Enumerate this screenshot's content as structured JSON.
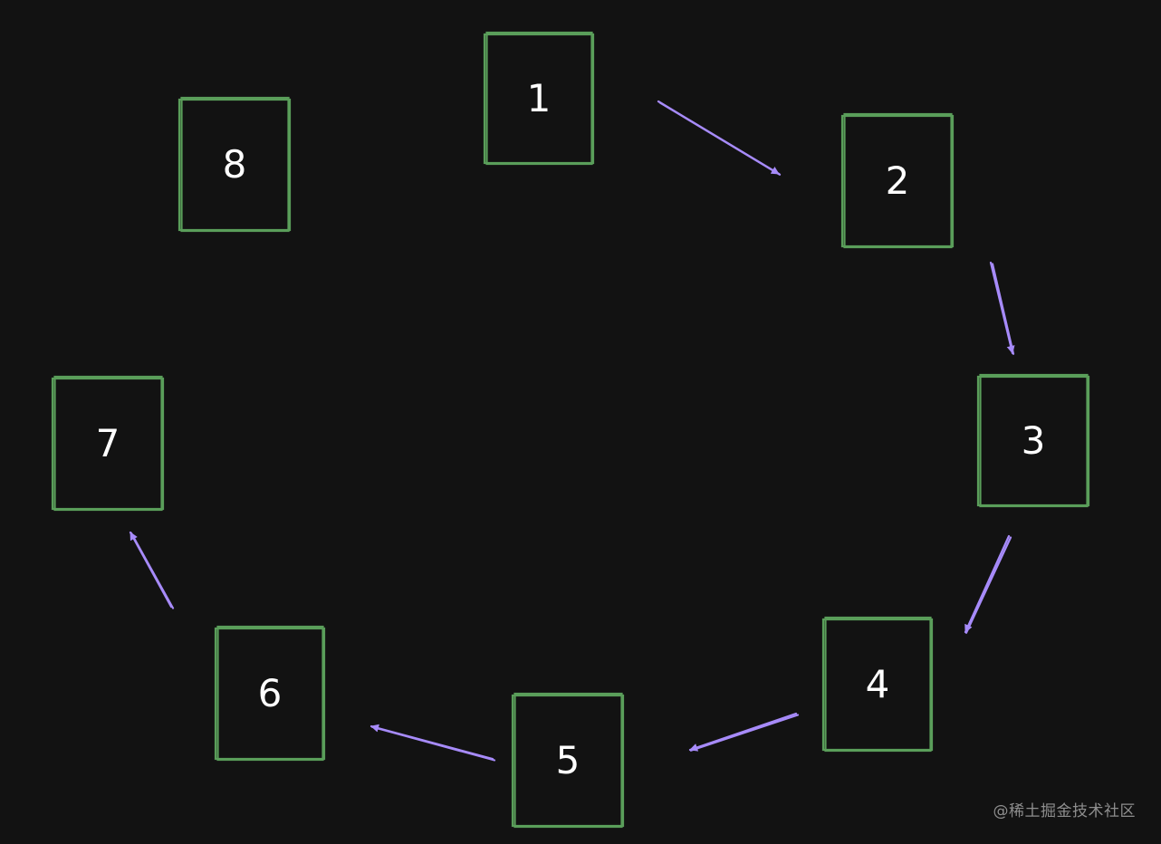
{
  "diagram": {
    "nodes": [
      {
        "id": "n1",
        "label": "1"
      },
      {
        "id": "n2",
        "label": "2"
      },
      {
        "id": "n3",
        "label": "3"
      },
      {
        "id": "n4",
        "label": "4"
      },
      {
        "id": "n5",
        "label": "5"
      },
      {
        "id": "n6",
        "label": "6"
      },
      {
        "id": "n7",
        "label": "7"
      },
      {
        "id": "n8",
        "label": "8"
      }
    ],
    "edges": [
      {
        "from": "n1",
        "to": "n2"
      },
      {
        "from": "n2",
        "to": "n3"
      },
      {
        "from": "n3",
        "to": "n4"
      },
      {
        "from": "n4",
        "to": "n5"
      },
      {
        "from": "n5",
        "to": "n6"
      },
      {
        "from": "n6",
        "to": "n7"
      }
    ],
    "colors": {
      "background": "#121212",
      "box_stroke": "#5a9e5a",
      "arrow": "#a78bfa",
      "text": "#ffffff"
    }
  },
  "watermark": "@稀土掘金技术社区"
}
